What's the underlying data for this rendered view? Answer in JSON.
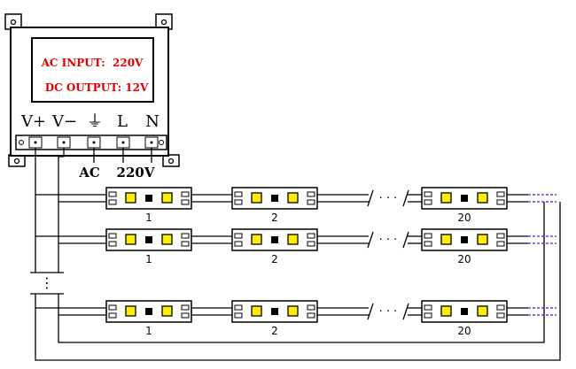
{
  "power_supply": {
    "input_label": "AC INPUT:  220V",
    "output_label": "DC OUTPUT: 12V",
    "terminals": [
      "V+",
      "V−",
      "⏚",
      "L",
      "N"
    ],
    "ac_label": "AC",
    "voltage_label": "220V",
    "text_color": "#e00000"
  },
  "strip_rows": [
    {
      "module_labels": [
        "1",
        "2",
        "20"
      ]
    },
    {
      "module_labels": [
        "1",
        "2",
        "20"
      ]
    },
    {
      "module_labels": [
        "1",
        "2",
        "20"
      ]
    }
  ],
  "continuation": {
    "horizontal": "· · ·",
    "vertical": "⋮"
  },
  "colors": {
    "led": "#ffee00",
    "wire_end": "#2030d0",
    "line": "#000000"
  }
}
